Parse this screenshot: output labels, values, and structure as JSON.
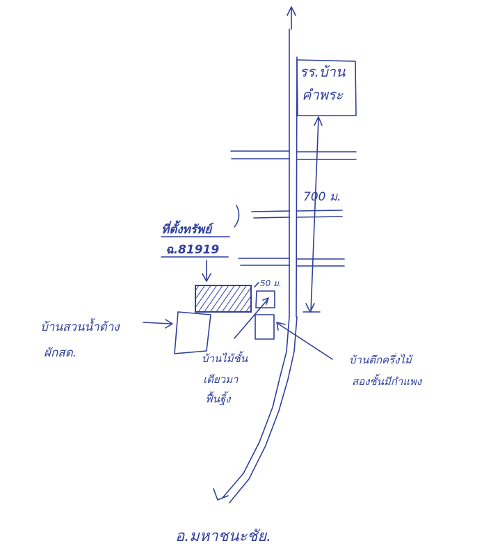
{
  "labels": {
    "school_line1": "รร.บ้าน",
    "school_line2": "คำพระ",
    "distance": "700 ม.",
    "property_line1": "ที่ตั้งทรัพย์",
    "property_line2": "ฉ.81919",
    "short_distance": "50 ม.",
    "left_house_line1": "บ้านสวนน้ำต้าง",
    "left_house_line2": "ผักสด.",
    "wood_house_line1": "บ้านไม้ชั้น",
    "wood_house_line2": "เดียวมา",
    "wood_house_line3": "ฟื้นฐิ้ง",
    "right_house_line1": "บ้านตึกครึ่งไม้",
    "right_house_line2": "สองชั้นมีกำแพง",
    "bottom_destination": "อ.มหาชนะชัย."
  },
  "colors": {
    "ink": "#2f3f9e",
    "background": "#ffffff"
  }
}
